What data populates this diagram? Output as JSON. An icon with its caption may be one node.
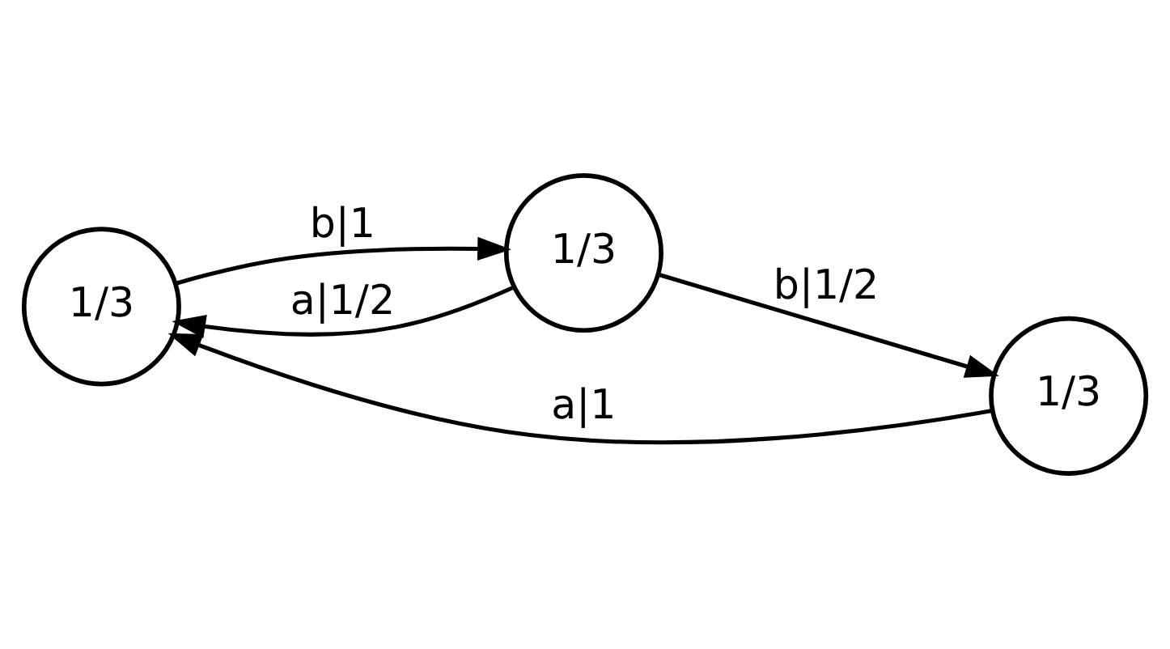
{
  "diagram": {
    "nodes": [
      {
        "text": [
          "1/3"
        ]
      },
      {
        "text": [
          "1/3"
        ]
      },
      {
        "text": [
          "1/3"
        ]
      }
    ],
    "edges": [
      {
        "from": 0,
        "to": 1,
        "arrow": "to",
        "label": "b|1"
      },
      {
        "from": 1,
        "to": 0,
        "arrow": "to",
        "label": "a|1/2"
      },
      {
        "from": 1,
        "to": 2,
        "arrow": "to",
        "label": "b|1/2"
      },
      {
        "from": 2,
        "to": 0,
        "arrow": "to",
        "label": "a|1"
      }
    ]
  }
}
